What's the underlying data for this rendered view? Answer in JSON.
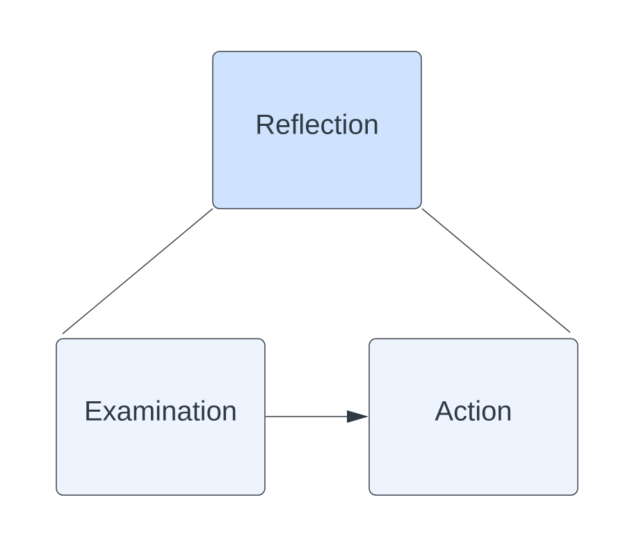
{
  "nodes": {
    "reflection": {
      "label": "Reflection"
    },
    "examination": {
      "label": "Examination"
    },
    "action": {
      "label": "Action"
    }
  },
  "edges": [
    {
      "from": "reflection",
      "to": "examination",
      "type": "line"
    },
    {
      "from": "reflection",
      "to": "action",
      "type": "line"
    },
    {
      "from": "examination",
      "to": "action",
      "type": "arrow"
    }
  ],
  "colors": {
    "top_fill": "#cfe3fe",
    "bottom_fill": "#edf4fe",
    "stroke": "#3a414a",
    "text": "#2f3a45"
  }
}
